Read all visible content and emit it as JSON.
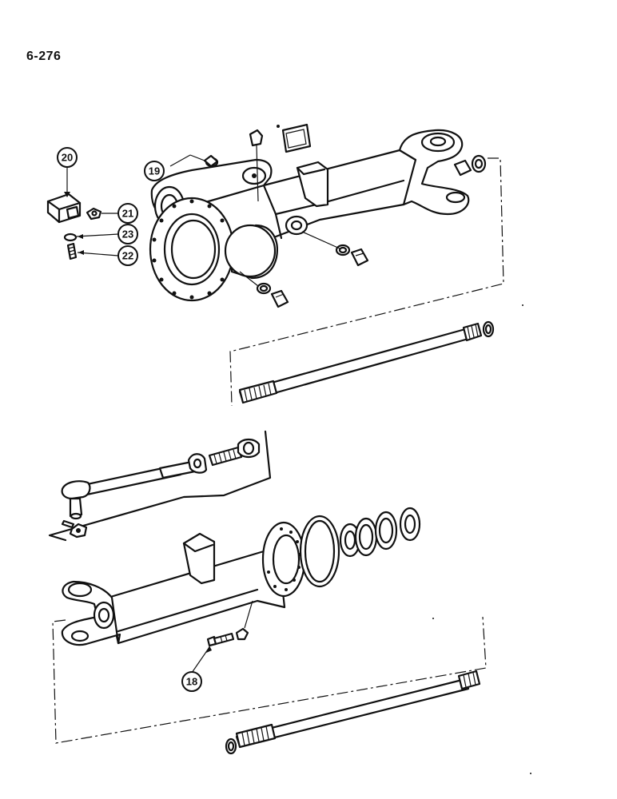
{
  "page": {
    "number": "6-276"
  },
  "callouts": {
    "c18": "18",
    "c19": "19",
    "c20": "20",
    "c21": "21",
    "c22": "22",
    "c23": "23"
  }
}
